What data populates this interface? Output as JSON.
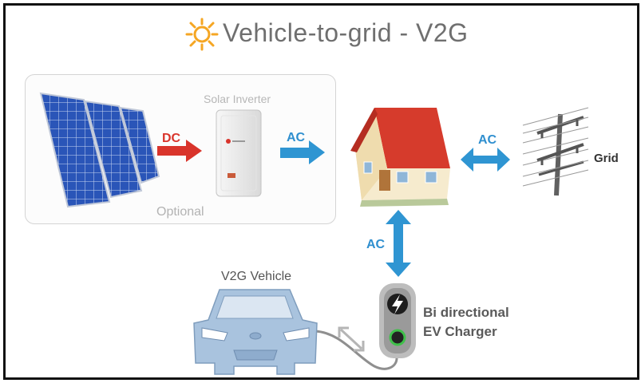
{
  "title": "Vehicle-to-grid - V2G",
  "labels": {
    "solar_inverter": "Solar Inverter",
    "optional": "Optional",
    "dc": "DC",
    "ac_inverter_house": "AC",
    "ac_house_grid": "AC",
    "ac_house_charger": "AC",
    "grid": "Grid",
    "v2g_vehicle": "V2G Vehicle",
    "charger_line1": "Bi directional",
    "charger_line2": "EV Charger"
  },
  "colors": {
    "sun": "#f5a623",
    "dc_arrow": "#d9342b",
    "ac_arrow": "#2f95d2",
    "roof": "#d63b2c",
    "car": "#a9c3de"
  },
  "icons": [
    "sun-icon",
    "solar-panel-icon",
    "inverter-icon",
    "house-icon",
    "power-pylon-icon",
    "car-icon",
    "ev-charger-icon",
    "lightning-icon"
  ]
}
